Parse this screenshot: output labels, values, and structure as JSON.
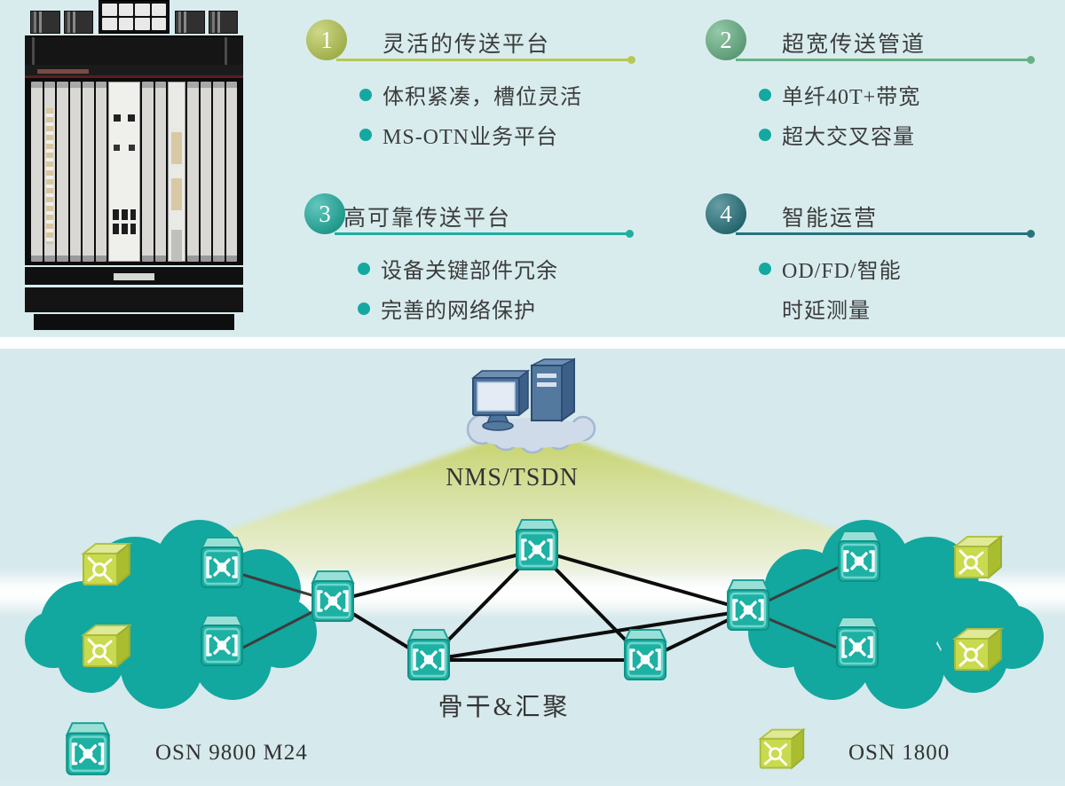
{
  "features": [
    {
      "number": "1",
      "title": "灵活的传送平台",
      "accent": "#b7c853",
      "bullets": [
        "体积紧凑，槽位灵活",
        "MS-OTN业务平台"
      ]
    },
    {
      "number": "2",
      "title": "超宽传送管道",
      "accent": "#67b184",
      "bullets": [
        "单纤40T+带宽",
        "超大交叉容量"
      ]
    },
    {
      "number": "3",
      "title": "高可靠传送平台",
      "accent": "#1fae9f",
      "bullets": [
        "设备关键部件冗余",
        "完善的网络保护"
      ]
    },
    {
      "number": "4",
      "title": "智能运营",
      "accent": "#26737c",
      "bullets": [
        "OD/FD/智能",
        "时延测量"
      ]
    }
  ],
  "diagram": {
    "nms_label": "NMS/TSDN",
    "backbone_label": "骨干&汇聚",
    "legend": [
      {
        "icon": "osn9800-node-icon",
        "label": "OSN 9800 M24"
      },
      {
        "icon": "osn1800-node-icon",
        "label": "OSN 1800"
      }
    ],
    "colors": {
      "background": "#d8ebee",
      "cloud_teal": "#12a79f",
      "node_teal": "#1db1a4",
      "node_green": "#c9da4f",
      "beam_green": "#c6d166",
      "bullet_dot": "#13a9a1",
      "link_black": "#0d0d0d"
    }
  }
}
